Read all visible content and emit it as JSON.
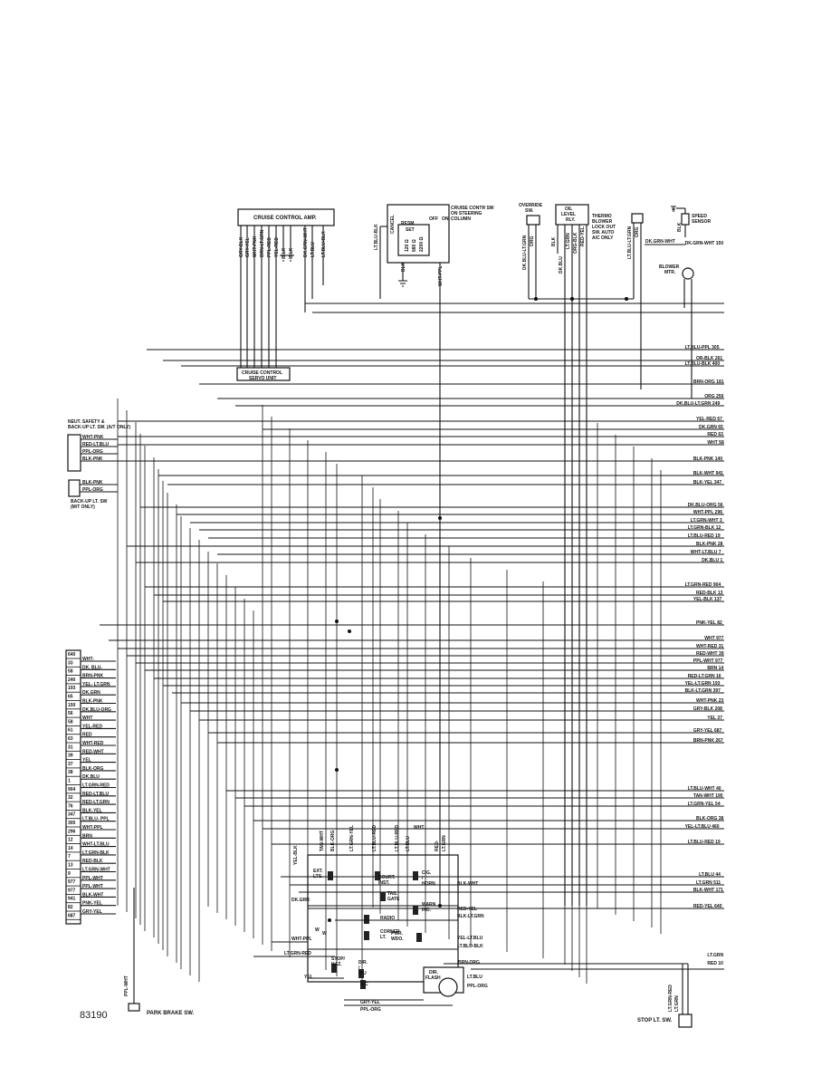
{
  "figure_number": "83190",
  "components": {
    "cruise_amp": "CRUISE CONTROL AMP.",
    "servo_unit": [
      "CRUISE CONTROL",
      "SERVO UNIT"
    ],
    "cruise_switch": [
      "CRUISE CONTR SW",
      "ON STEERING",
      "COLUMN"
    ],
    "override_sw": [
      "OVERRIDE",
      "SW."
    ],
    "oil_level": [
      "OIL",
      "LEVEL",
      "RLY."
    ],
    "thermo": [
      "THERMO",
      "BLOWER",
      "LOCK OUT",
      "SW. AUTO",
      "A/C ONLY"
    ],
    "speed_sensor": [
      "SPEED",
      "SENSOR"
    ],
    "blower_motor": [
      "BLOWER",
      "MTR."
    ],
    "neutral_safety": [
      "NEUT. SAFETY &",
      "BACK-UP LT. SW. (A/T ONLY)"
    ],
    "backup_sw": [
      "BACK-UP LT. SW",
      "(M/T ONLY)"
    ],
    "park_brake": "PARK BRAKE SW.",
    "stop_lt_sw": "STOP LT. SW.",
    "dir_flash": [
      "DIR.",
      "FLASH"
    ],
    "resistors": [
      "120 Ω",
      "680 Ω",
      "2200 Ω"
    ],
    "switch_states": [
      "RESM",
      "SET",
      "OFF",
      "ON",
      "CANCEL"
    ]
  },
  "fuses": [
    "EXT. LTS.",
    "COURT. INST.",
    "CIG. / HORN",
    "TAIL GATE",
    "WARN IND.",
    "RADIO",
    "CORNER LT.",
    "PWR. WDO.",
    "STOP/ HAZ.",
    "DIR. / B/U",
    "A/C"
  ],
  "top_wires": {
    "amp": [
      "GRY-BLK",
      "GRY-YEL",
      "WHT-PNK",
      "BRN-LT.GRN",
      "PPL-RED",
      "YEL-RED",
      "BLK",
      "BLK",
      "DK.GRN-WHT",
      "LT.BLU",
      "LT.BLU-BLK"
    ],
    "switch": [
      "LT.BLU-BLK",
      "CANCEL",
      "BLK",
      "WHT-PPL"
    ],
    "relay": [
      "DK.BLU-LT.GRN",
      "ORG",
      "BLK",
      "DK.BLU",
      "LT.GRN",
      "ORG-BLK",
      "RED-YEL",
      "LT.BLU-LT.GRN",
      "ORG",
      "BLK",
      "DK.GRN-WHT"
    ]
  },
  "right_labels": [
    "DK.GRN-WHT 150",
    "LT.BLU-PPL 305",
    "OR-BLK 261",
    "LT.BLU-BLK 400",
    "BRN-ORG 181",
    "ORG 250",
    "DK.BLU-LT.GRN 249",
    "YEL-RED 67",
    "DK.GRN 65",
    "RED 63",
    "WHT 58",
    "BLK-PNK 140",
    "BLK-WHT 941",
    "BLK-YEL 347",
    "DK.BLU-ORG 56",
    "WHT-PPL 296",
    "LT.GRN-WHT 3",
    "LT.GRN-BLK 12",
    "LT.BLU-RED 19",
    "BLK-PNK 28",
    "WHT-LT.BLU 7",
    "DK.BLU 1",
    "LT.GRN-RED 904",
    "RED-BLK 13",
    "YEL-BLK 137",
    "PNK-YEL 82",
    "WHT 977",
    "WHT-RED 31",
    "RED-WHT 39",
    "PPL-WHT 977",
    "BRN 14",
    "RED-LT.GRN 16",
    "YEL-LT.GRN 193",
    "BLK-LT.GRN 397",
    "WHT-PNK 23",
    "GRY-BLK 208",
    "YEL 37",
    "GRY-YEL 687",
    "BRN-PNK 267",
    "LT.BLU-WHT 40",
    "TAN-WHT 195",
    "LT.GRN-YEL 54",
    "BLK-ORG 38",
    "YEL-LT.BLU 460",
    "LT.BLU-RED 19",
    "LT.BLU 44",
    "LT.GRN 511",
    "BLK-WHT 171",
    "RED-YEL 640",
    "LT.GRN",
    "RED 10"
  ],
  "left_connector": {
    "codes": [
      "640",
      "33",
      "58",
      "240",
      "193",
      "65",
      "150",
      "56",
      "58",
      "61",
      "63",
      "31",
      "39",
      "37",
      "38",
      "1",
      "904",
      "32",
      "76",
      "347",
      "305",
      "296",
      "12",
      "14",
      "7",
      "13",
      "9",
      "977",
      "977",
      "941",
      "82",
      "687"
    ],
    "wires": [
      "WHT-",
      "DK. BLU-",
      "BRN-PNK",
      "YEL- LT.GRN",
      "DK.GRN",
      "BLK-PNK",
      "DK.BLU-ORG",
      "WHT",
      "YEL-RED",
      "RED",
      "WHT-RED",
      "RED-WHT",
      "YEL",
      "BLK-ORG",
      "DK.BLU",
      "LT.GRN-RED",
      "RED-LT.BLU",
      "RED-LT.GRN",
      "BLK-YEL",
      "LT.BLU- PPL",
      "WHT-PPL",
      "BRN",
      "WHT-LT.BLU",
      "LT.GRN-BLK",
      "RED-BLK",
      "LT.GRN-WHT",
      "PPL-WHT",
      "PPL-WHT",
      "BLK-WHT",
      "PNK-YEL",
      "GRY-YEL"
    ]
  },
  "neutral_wires": [
    "WHT-PNK",
    "RED-LT.BLU",
    "PPL-ORG",
    "BLK-PNK"
  ],
  "backup_wires": [
    "BLK-PNK",
    "PPL-ORG"
  ],
  "fuse_wires": [
    "TAN-WHT",
    "BLK-ORG",
    "LT.GRN-YEL",
    "LT.BLU-RED",
    "LT.BLU-RED",
    "LT.BLU",
    "WHT",
    "RED-",
    "LT.GRN",
    "YEL-BLK",
    "BLK-WHT",
    "RED-YEL",
    "BLK-LT.GRN",
    "DK.GRN",
    "W",
    "W",
    "WHT-PPL",
    "YEL-LT.BLU",
    "LT.BLU-BLK",
    "LT.GRN-RED",
    "YEL",
    "BRN-ORG",
    "LT.BLU",
    "PPL-ORG",
    "GRY-YEL",
    "PPL-ORG",
    "PPL-WHT",
    "LT.GRN-RED",
    "LT.GRN"
  ]
}
